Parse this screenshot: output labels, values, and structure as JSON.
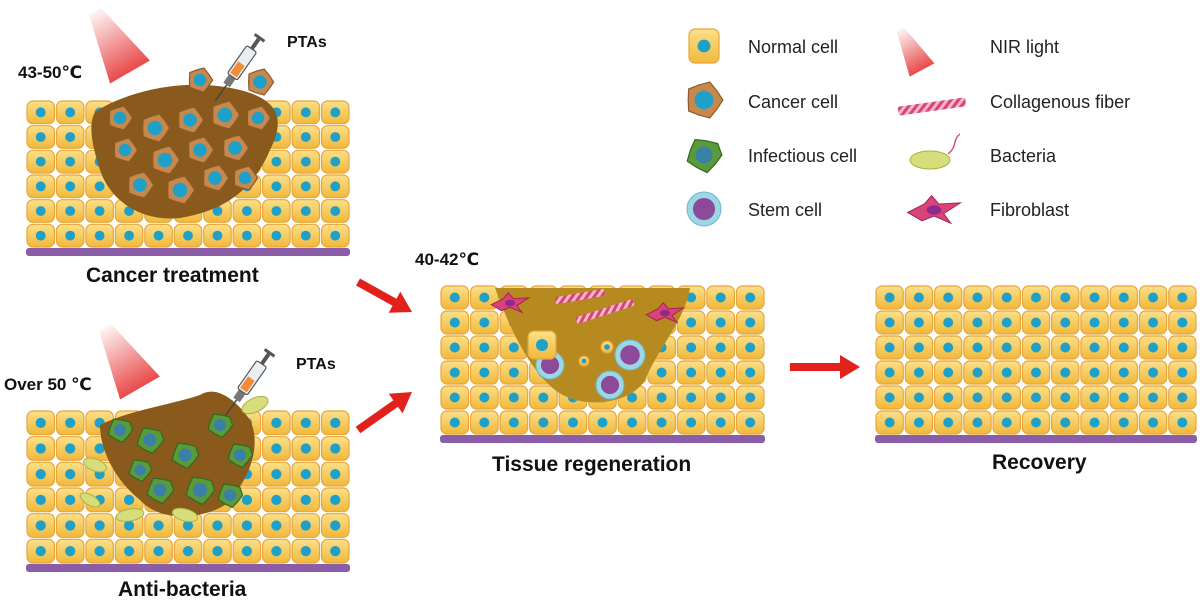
{
  "panels": {
    "cancer": {
      "caption": "Cancer treatment",
      "temperature": "43-50℃",
      "agent": "PTAs"
    },
    "antibacteria": {
      "caption": "Anti-bacteria",
      "temperature": "Over 50 ℃",
      "agent": "PTAs"
    },
    "regeneration": {
      "caption": "Tissue regeneration",
      "temperature": "40-42℃"
    },
    "recovery": {
      "caption": "Recovery"
    }
  },
  "legend": [
    {
      "label": "Normal cell",
      "icon": "normal-cell-icon"
    },
    {
      "label": "NIR light",
      "icon": "nir-light-icon"
    },
    {
      "label": "Cancer cell",
      "icon": "cancer-cell-icon"
    },
    {
      "label": "Collagenous fiber",
      "icon": "collagenous-fiber-icon"
    },
    {
      "label": "Infectious cell",
      "icon": "infectious-cell-icon"
    },
    {
      "label": "Bacteria",
      "icon": "bacteria-icon"
    },
    {
      "label": "Stem cell",
      "icon": "stem-cell-icon"
    },
    {
      "label": "Fibroblast",
      "icon": "fibroblast-icon"
    }
  ],
  "colors": {
    "normal_cell": "#f6c548",
    "normal_cell_edge": "#e8a53a",
    "nucleus": "#1fa0c9",
    "membrane": "#8a5da6",
    "cancer_cell": "#c7884c",
    "infectious_cell": "#5b9a3a",
    "wound": "#8a5a1c",
    "regen_matrix": "#b78a20",
    "stem_cell": "#9cd7e6",
    "stem_nucleus": "#8e4a9a",
    "fibroblast": "#d8447a",
    "bacteria": "#d6dd7a",
    "nir_light": "#e84040",
    "arrow": "#e3211c"
  }
}
